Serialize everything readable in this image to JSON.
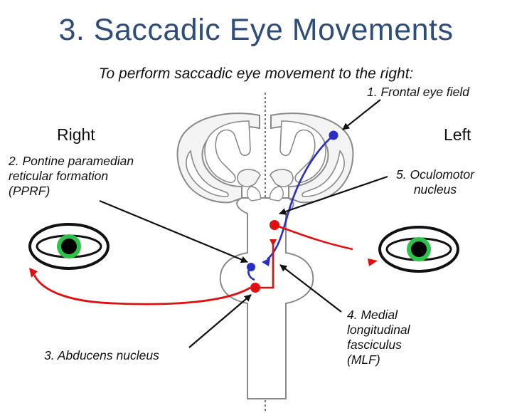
{
  "slide": {
    "title": "3. Saccadic Eye Movements",
    "subtitle": "To perform saccadic eye movement to the right:"
  },
  "sides": {
    "right": "Right",
    "left": "Left"
  },
  "labels": {
    "frontal_eye_field": "1. Frontal eye field",
    "pprf": [
      "2. Pontine paramedian",
      "reticular formation",
      "(PPRF)"
    ],
    "abducens": "3. Abducens nucleus",
    "mlf": [
      "4. Medial",
      "longitudinal",
      "fasciculus",
      "(MLF)"
    ],
    "oculomotor": [
      "5. Oculomotor",
      "nucleus"
    ]
  },
  "colors": {
    "title": "#2e4d7b",
    "pathway_blue": "#2a2fc4",
    "pathway_red": "#e01010",
    "iris": "#2ec24a",
    "brain_outline": "#8a8a8a"
  }
}
